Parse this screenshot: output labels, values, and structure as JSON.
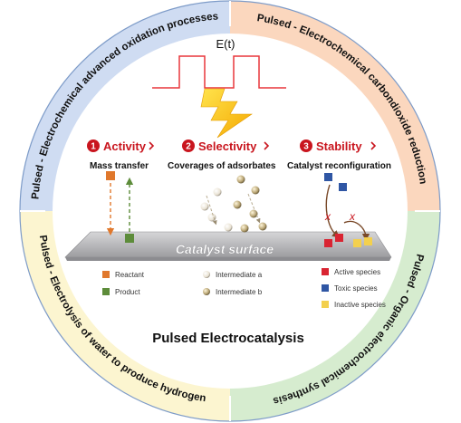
{
  "ring": {
    "top_left": "Pulsed - Electrochemical advanced oxidation processes",
    "top_right": "Pulsed - Electrochemical carbondioxide reduction",
    "bottom_right": "Pulsed - Organic electrochemical synthesis",
    "bottom_left": "Pulsed - Electrolysis of water to produce hydrogen",
    "colors": {
      "top_left": "#cfdcf2",
      "top_right": "#fbd7be",
      "bottom_right": "#d6eccf",
      "bottom_left": "#fcf5d0"
    }
  },
  "waveform": {
    "label": "E(t)",
    "color": "#e8363c"
  },
  "bolt_icon": "lightning-icon",
  "sections": [
    {
      "number": "1",
      "title": "Activity",
      "subtitle": "Mass transfer"
    },
    {
      "number": "2",
      "title": "Selectivity",
      "subtitle": "Coverages of adsorbates"
    },
    {
      "number": "3",
      "title": "Stability",
      "subtitle": "Catalyst reconfiguration"
    }
  ],
  "surface_label": "Catalyst surface",
  "legend": {
    "activity": [
      {
        "label": "Reactant",
        "color": "#e0782c"
      },
      {
        "label": "Product",
        "color": "#5d8c3a"
      }
    ],
    "selectivity": [
      {
        "label": "Intermediate a",
        "color": "#e9e2d3"
      },
      {
        "label": "Intermediate b",
        "color": "#b9a574"
      }
    ],
    "stability": [
      {
        "label": "Active species",
        "color": "#d92432"
      },
      {
        "label": "Toxic species",
        "color": "#2f56a4"
      },
      {
        "label": "Inactive species",
        "color": "#f3d04e"
      }
    ]
  },
  "cross_mark": "x",
  "main_title": "Pulsed Electrocatalysis",
  "accent": "#c9151e"
}
